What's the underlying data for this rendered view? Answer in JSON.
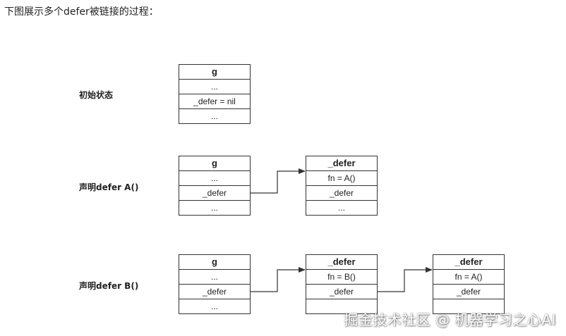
{
  "intro": "下图展示多个defer被链接的过程：",
  "rows": [
    {
      "label": "初始状态",
      "g": [
        "g",
        "...",
        "_defer = nil",
        "..."
      ]
    },
    {
      "label": "声明defer A()",
      "g": [
        "g",
        "...",
        "_defer",
        "..."
      ],
      "defer1": [
        "_defer",
        "fn = A()",
        "_defer",
        "..."
      ]
    },
    {
      "label": "声明defer B()",
      "g": [
        "g",
        "...",
        "_defer",
        "..."
      ],
      "defer1": [
        "_defer",
        "fn = B()",
        "_defer",
        ""
      ],
      "defer2": [
        "_defer",
        "fn = A()",
        "_defer",
        ""
      ]
    }
  ],
  "watermark": "掘金技术社区 @ 机器学习之心AI"
}
